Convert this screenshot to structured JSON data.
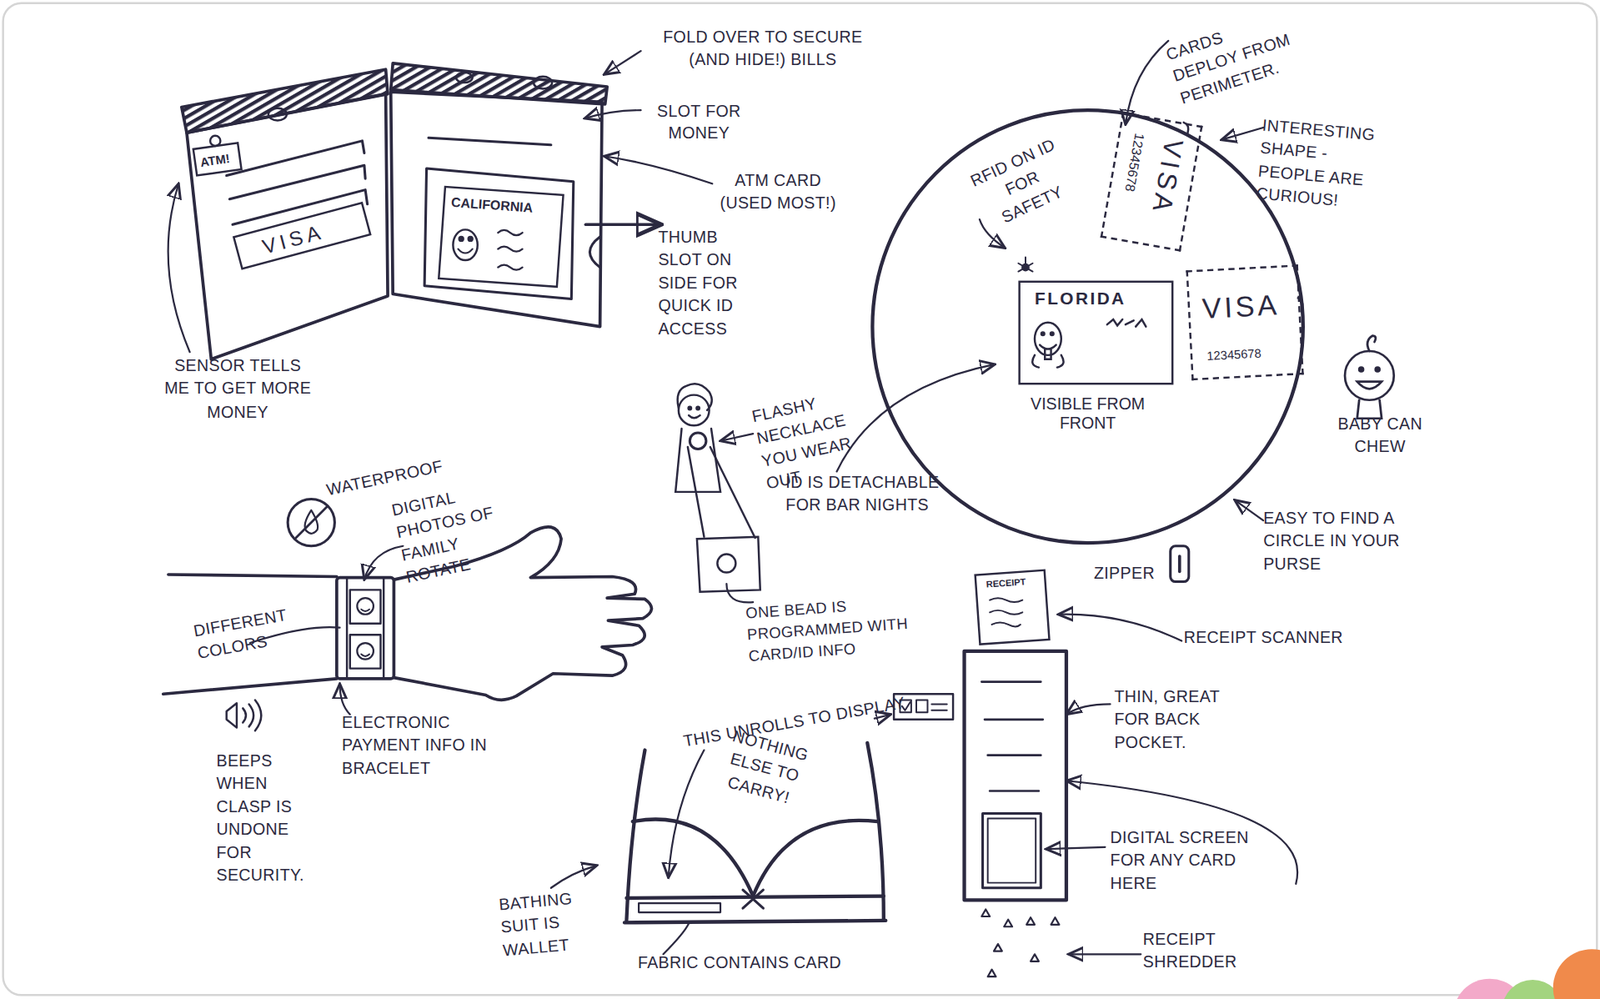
{
  "diagram": {
    "nodes": [
      {
        "text": [
          "ATM!"
        ]
      },
      {
        "text": [
          "VISA"
        ]
      },
      {
        "text": [
          "CALIFORNIA"
        ]
      },
      {
        "text": [
          "VISIBLE FROM FRONT"
        ]
      },
      {
        "text": [
          "VISA",
          "12345678"
        ],
        "in": 3
      },
      {
        "text": [
          "FLORIDA"
        ],
        "in": 3
      },
      {
        "text": [
          "VISA",
          "12345678"
        ],
        "in": 3
      },
      {
        "text": [
          "RECEIPT"
        ]
      }
    ],
    "labels": [
      "FOLD OVER TO SECURE (AND HIDE!) BILLS",
      "SLOT FOR MONEY",
      "ATM CARD (USED MOST!)",
      "THUMB SLOT ON SIDE FOR QUICK ID ACCESS",
      "SENSOR TELLS ME TO GET MORE MONEY",
      "CARDS DEPLOY FROM PERIMETER.",
      "INTERESTING SHAPE - PEOPLE ARE CURIOUS!",
      "RFID ON ID FOR SAFETY",
      "ID IS DETACHABLE FOR BAR NIGHTS",
      "BABY CAN CHEW",
      "EASY TO FIND A CIRCLE IN YOUR PURSE",
      "ZIPPER",
      "FLASHY NECKLACE YOU WEAR OUT",
      "ONE BEAD IS PROGRAMMED WITH CARD/ID INFO",
      "WATERPROOF",
      "DIGITAL PHOTOS OF FAMILY ROTATE",
      "DIFFERENT COLORS",
      "ELECTRONIC PAYMENT INFO IN BRACELET",
      "BEEPS WHEN CLASP IS UNDONE FOR SECURITY.",
      "THIS UNROLLS TO DISPLAY",
      "NOTHING ELSE TO CARRY!",
      "BATHING SUIT IS WALLET",
      "FABRIC CONTAINS CARD",
      "RECEIPT SCANNER",
      "THIN, GREAT FOR BACK POCKET.",
      "DIGITAL SCREEN FOR ANY CARD HERE",
      "RECEIPT SHREDDER"
    ]
  }
}
